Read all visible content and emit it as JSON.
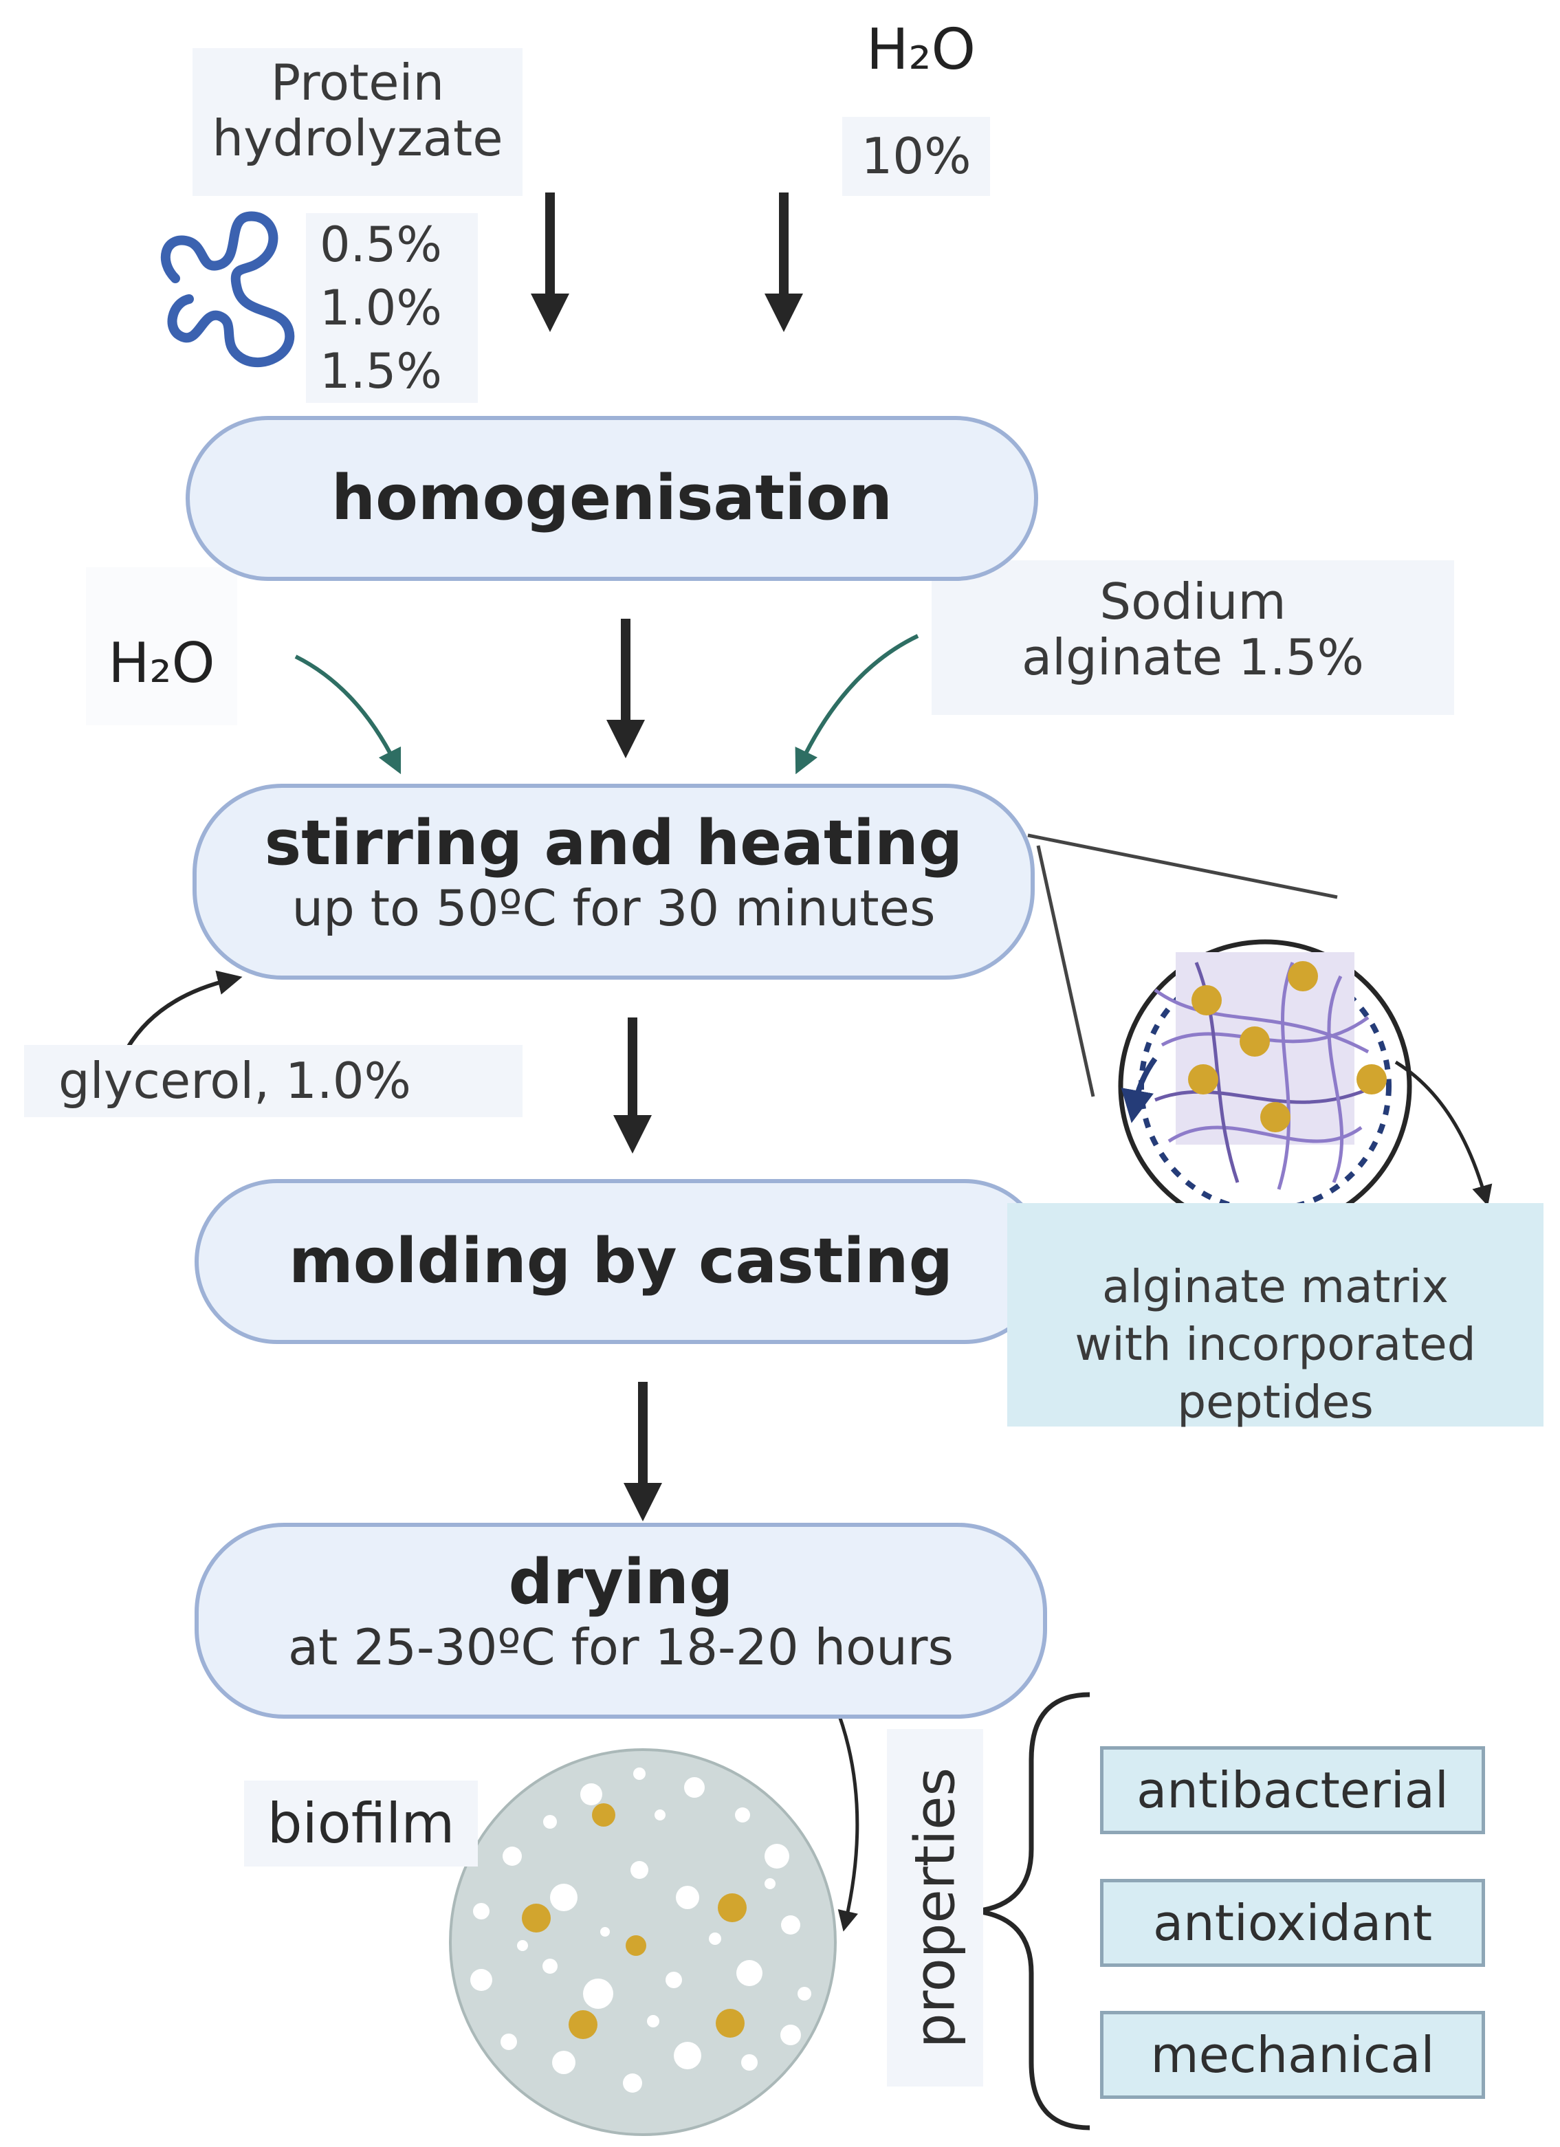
{
  "inputs": {
    "protein_line1": "Protein",
    "protein_line2": "hydrolyzate",
    "protein_conc": [
      "0.5%",
      "1.0%",
      "1.5%"
    ],
    "water_top": "H₂O",
    "water_top_pct": "10%",
    "water_mid": "H₂O",
    "sodium_line1": "Sodium",
    "sodium_line2": "alginate 1.5%",
    "glycerol": "glycerol, 1.0%"
  },
  "steps": {
    "homogenisation": "homogenisation",
    "stirring_main": "stirring and heating",
    "stirring_sub": "up to 50ºC for 30 minutes",
    "molding": "molding by casting",
    "drying_main": "drying",
    "drying_sub": "at 25-30ºC for 18-20 hours"
  },
  "matrix_label": [
    "alginate matrix",
    "with incorporated",
    "peptides"
  ],
  "biofilm_label": "biofilm",
  "properties": {
    "title": "properties",
    "items": [
      "antibacterial",
      "antioxidant",
      "mechanical"
    ]
  },
  "colors": {
    "pill_fill": "#e9f0fa",
    "pill_border": "#9db1d6",
    "arrow_dark": "#262626",
    "arrow_green": "#2e6e63",
    "peptide_blue": "#3b62b0",
    "gold": "#d2a52e",
    "fiber_purple": "#8d7bc9",
    "biofilm_fill": "#cfd9d9",
    "matrix_label_bg": "#d7ecf3"
  }
}
